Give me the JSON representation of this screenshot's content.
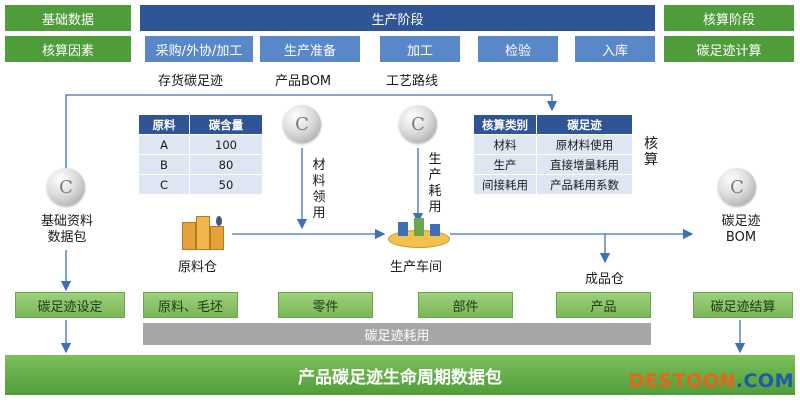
{
  "header": {
    "basic_data": "基础数据",
    "production_stage": "生产阶段",
    "accounting_stage": "核算阶段",
    "accounting_factors": "核算因素",
    "carbon_calc": "碳足迹计算"
  },
  "steps": [
    "采购/外协/加工",
    "生产准备",
    "加工",
    "检验",
    "入库"
  ],
  "step_labels": {
    "inventory_carbon": "存货碳足迹",
    "product_bom": "产品BOM",
    "process_route": "工艺路线"
  },
  "table_raw": {
    "headers": [
      "原料",
      "碳含量"
    ],
    "rows": [
      [
        "A",
        "100"
      ],
      [
        "B",
        "80"
      ],
      [
        "C",
        "50"
      ]
    ]
  },
  "table_accounting": {
    "headers": [
      "核算类别",
      "碳足迹"
    ],
    "rows": [
      [
        "材料",
        "原材料使用"
      ],
      [
        "生产",
        "直接增量耗用"
      ],
      [
        "间接耗用",
        "产品耗用系数"
      ]
    ]
  },
  "labels": {
    "accounting_vertical": "核算",
    "material_issue": "材料领用",
    "production_consumption": "生产耗用",
    "basic_package": "基础资料数据包",
    "carbon_bom": "碳足迹BOM",
    "raw_warehouse": "原料仓",
    "workshop": "生产车间",
    "finished_warehouse": "成品仓",
    "medal_glyph": "C"
  },
  "bottom_row": {
    "setting": "碳足迹设定",
    "raw_blank": "原料、毛坯",
    "parts": "零件",
    "components": "部件",
    "product": "产品",
    "settlement": "碳足迹结算",
    "consumption_bar": "碳足迹耗用",
    "lifecycle_package": "产品碳足迹生命周期数据包"
  },
  "watermark": {
    "brand_orange": "DESTOON",
    "brand_blue": ".COM"
  },
  "colors": {
    "dark_green": "#4f9d3a",
    "light_green": "#8cc56a",
    "dark_blue": "#2f5597",
    "mid_blue": "#5a87c8",
    "table_cell": "#dde6f2",
    "grey": "#a6a6a6",
    "logo_orange": "#e8641b"
  }
}
